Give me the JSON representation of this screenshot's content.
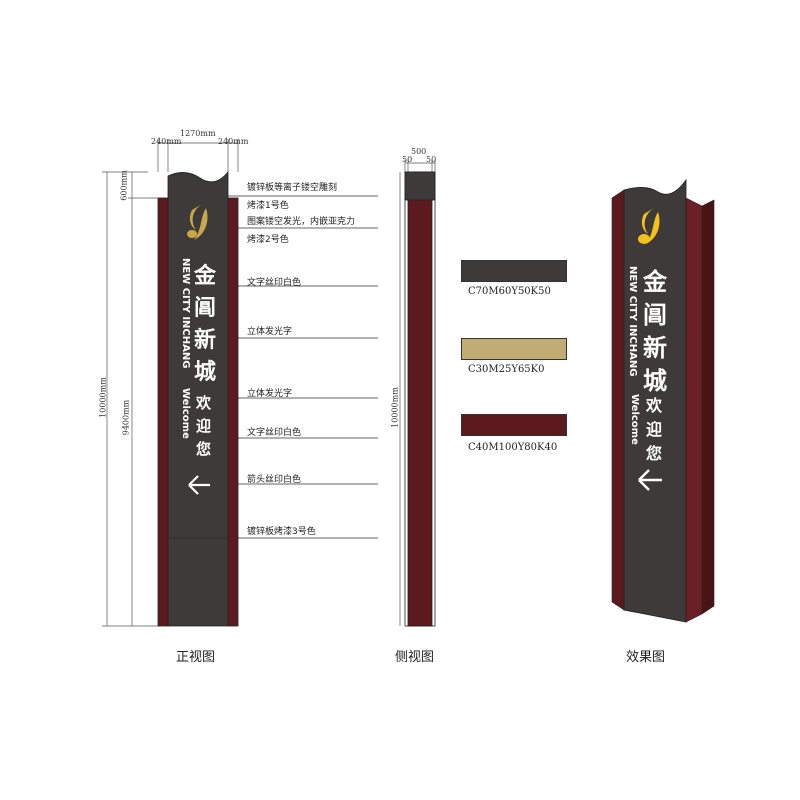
{
  "dims": {
    "front_top": "1270mm",
    "front_left": "240mm",
    "front_right": "240mm",
    "side_top": "500",
    "side_left": "50",
    "side_right": "50",
    "total_height": "10000mm",
    "top_section": "600mm",
    "body_height": "9400mm",
    "side_height": "10000mm"
  },
  "callouts": [
    "镀锌板等离子镂空雕刻",
    "烤漆1号色",
    "图案镂空发光，内嵌亚克力",
    "烤漆2号色",
    "文字丝印白色",
    "立体发光字",
    "立体发光字",
    "文字丝印白色",
    "箭头丝印白色",
    "镀锌板烤漆3号色"
  ],
  "sign": {
    "name_chars": [
      "金",
      "阊",
      "新",
      "城"
    ],
    "english": "NEW CITY INCHANG",
    "welcome_en": "Welcome",
    "welcome_chars": [
      "欢",
      "迎",
      "您"
    ],
    "arrow": "left-arrow-icon"
  },
  "swatches": [
    {
      "label": "C70M60Y50K50",
      "color": "#3d3a39"
    },
    {
      "label": "C30M25Y65K0",
      "color": "#c3ac73"
    },
    {
      "label": "C40M100Y80K40",
      "color": "#5c1a1e"
    }
  ],
  "views": {
    "front": "正视图",
    "side": "侧视图",
    "effect": "效果图"
  },
  "colors": {
    "panel_dark": "#3d3a39",
    "frame_red": "#5c1a1e",
    "logo_gold": "#c9a84c",
    "logo_yellow": "#f2c21b"
  }
}
